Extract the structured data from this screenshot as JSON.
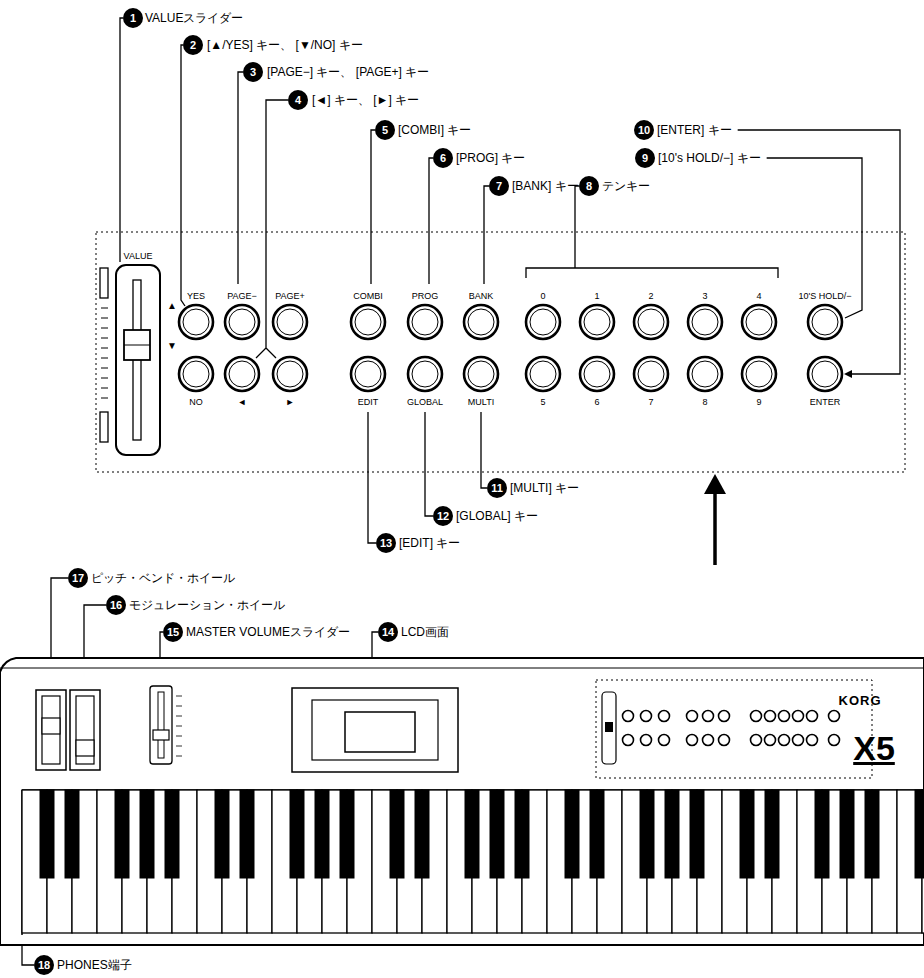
{
  "diagram": {
    "labels": [
      "1",
      "VALUEスライダー",
      "2",
      "[▲/YES] キー、 [▼/NO] キー",
      "3",
      "[PAGE−] キー、 [PAGE+] キー",
      "4",
      "[◄] キー、 [►] キー",
      "5",
      "[COMBI] キー",
      "6",
      "[PROG] キー",
      "7",
      "[BANK] キー",
      "8",
      "テンキー",
      "10",
      "[ENTER] キー",
      "9",
      "[10's HOLD/−] キー",
      "11",
      "[MULTI] キー",
      "12",
      "[GLOBAL] キー",
      "13",
      "[EDIT] キー",
      "17",
      "ピッチ・ベンド・ホイール",
      "16",
      "モジュレーション・ホイール",
      "15",
      "MASTER VOLUMEスライダー",
      "14",
      "LCD画面",
      "18",
      "PHONES端子",
      "VALUE",
      "YES",
      "NO",
      "PAGE−",
      "PAGE+",
      "◄",
      "►",
      "COMBI",
      "PROG",
      "BANK",
      "EDIT",
      "GLOBAL",
      "MULTI",
      "0",
      "1",
      "2",
      "3",
      "4",
      "10'S HOLD/−",
      "5",
      "6",
      "7",
      "8",
      "9",
      "ENTER",
      "KORG",
      "X5",
      "▲",
      "▼"
    ]
  }
}
